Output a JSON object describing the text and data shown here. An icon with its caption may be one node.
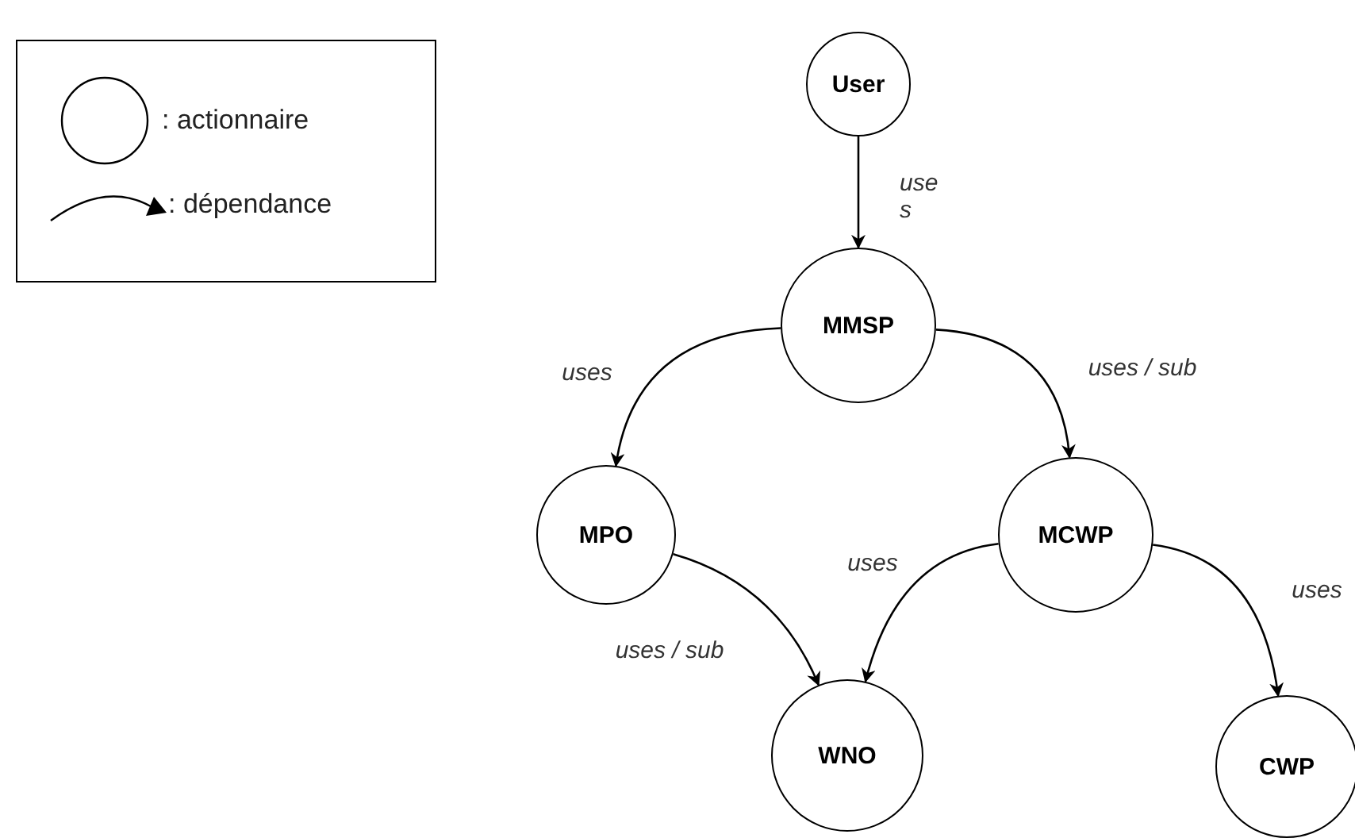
{
  "diagram": {
    "nodes": [
      {
        "text": [
          "User"
        ]
      },
      {
        "text": [
          "MMSP"
        ]
      },
      {
        "text": [
          "MPO"
        ]
      },
      {
        "text": [
          "MCWP"
        ]
      },
      {
        "text": [
          "WNO"
        ]
      },
      {
        "text": [
          "CWP"
        ]
      }
    ],
    "edges": [
      {
        "from": 0,
        "to": 1,
        "arrow": "to",
        "label": "uses"
      },
      {
        "from": 1,
        "to": 2,
        "arrow": "to",
        "label": "uses"
      },
      {
        "from": 1,
        "to": 3,
        "arrow": "to",
        "label": "uses / sub"
      },
      {
        "from": 2,
        "to": 4,
        "arrow": "to",
        "label": "uses / sub"
      },
      {
        "from": 3,
        "to": 4,
        "arrow": "to",
        "label": "uses"
      },
      {
        "from": 3,
        "to": 5,
        "arrow": "to",
        "label": "uses"
      }
    ],
    "legend": [
      {
        "text": ": actionnaire"
      },
      {
        "text": ": dépendance"
      }
    ]
  }
}
